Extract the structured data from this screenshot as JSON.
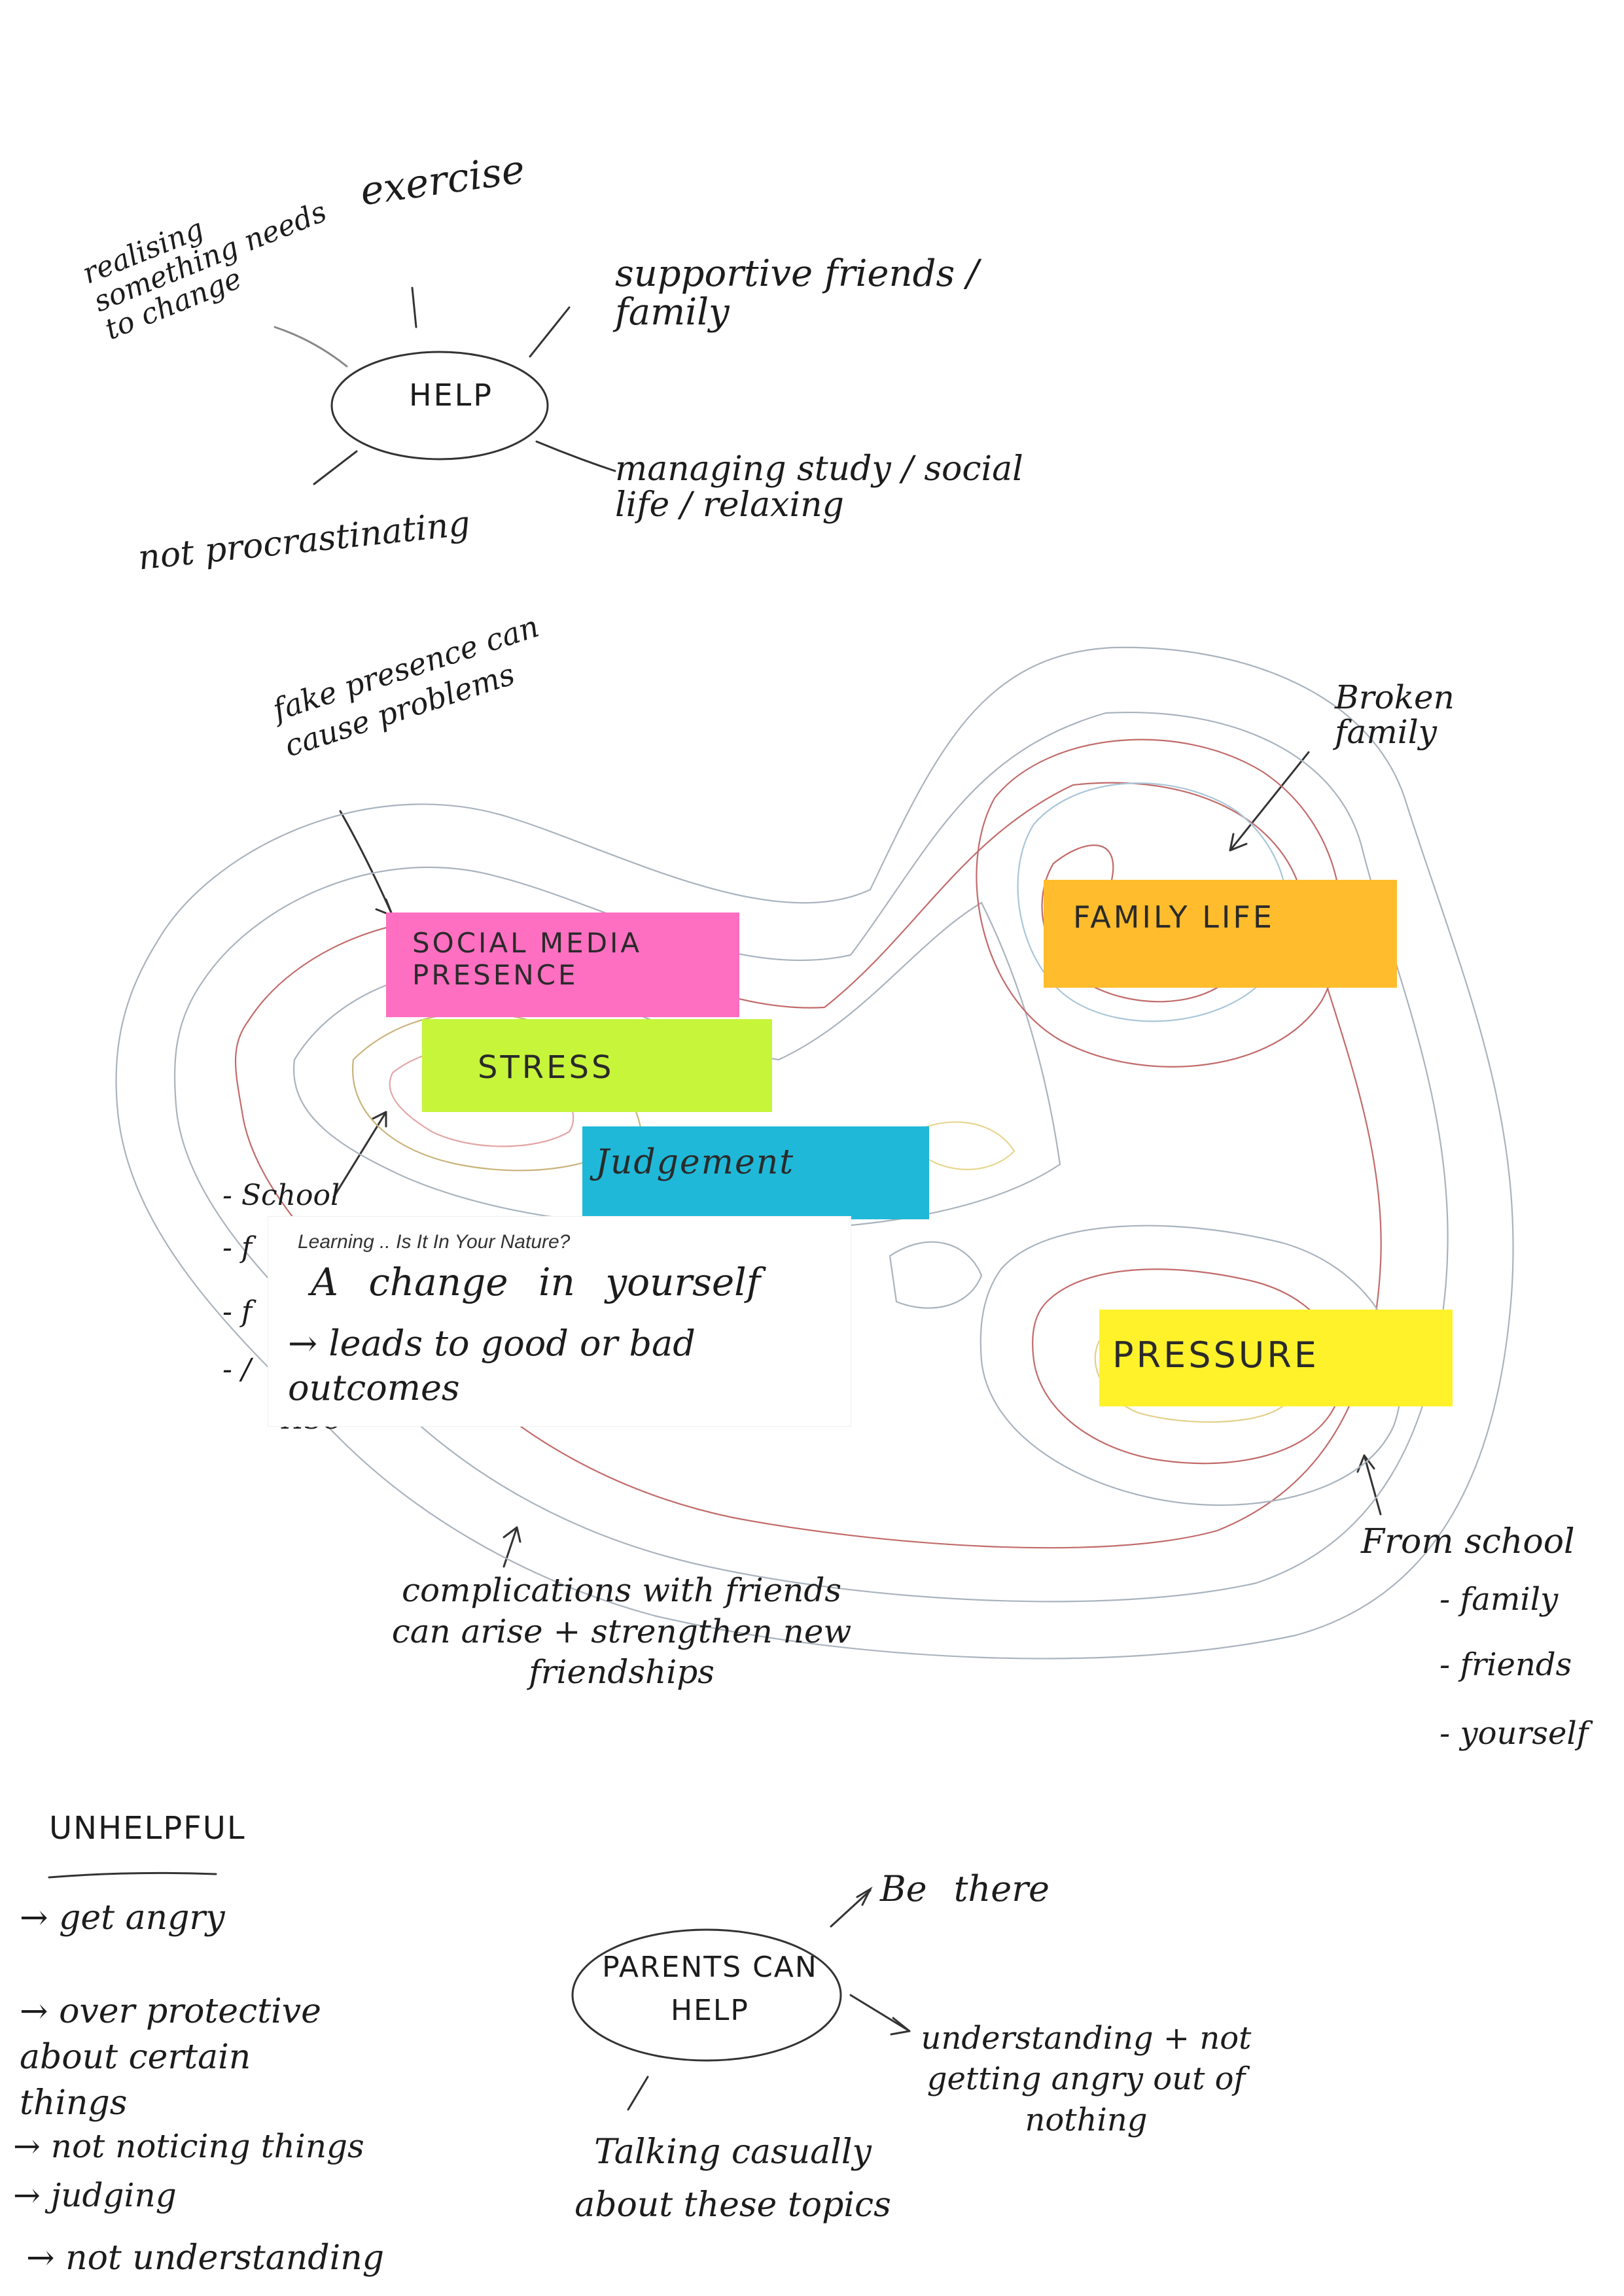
{
  "help_cluster": {
    "center": "HELP",
    "branches": [
      "exercise",
      "realising something needs to change",
      "supportive friends / family",
      "not procrastinating",
      "managing study / social life / relaxing"
    ]
  },
  "map": {
    "stickies": {
      "social_media": "SOCIAL MEDIA PRESENCE",
      "stress": "STRESS",
      "judgement": "Judgement",
      "family_life": "FAMILY LIFE",
      "pressure": "PRESSURE"
    },
    "card": {
      "subtitle": "Learning .. Is It In Your Nature?",
      "line1": "A change in yourself",
      "line2": "→ leads to good or bad outcomes"
    },
    "annotations": {
      "fake_presence": "fake presence can cause problems",
      "broken_family": "Broken family",
      "school_list": [
        "- School",
        "- f",
        "- f",
        "- /",
        "HSC"
      ],
      "complications": "complications with friends can arise + strengthen new friendships",
      "from_school": [
        "From school",
        "- family",
        "- friends",
        "- yourself"
      ]
    },
    "colors": {
      "pink": "#ff6fc1",
      "lime": "#c6f53a",
      "cyan": "#1fb8d8",
      "orange": "#ffbc2c",
      "yellow": "#fff22b",
      "contour_grey": "#9aa3ad",
      "contour_red": "#c26a6a",
      "contour_yellow": "#e3d08a"
    }
  },
  "unhelpful": {
    "title": "UNHELPFUL",
    "items": [
      "→ get angry",
      "→ over protective about certain things",
      "→ not noticing things",
      "→ judging",
      "→ not understanding"
    ]
  },
  "parents_cluster": {
    "center": "PARENTS CAN HELP",
    "branches": [
      "Be there",
      "understanding + not getting angry out of nothing",
      "Talking casually about these topics"
    ]
  }
}
